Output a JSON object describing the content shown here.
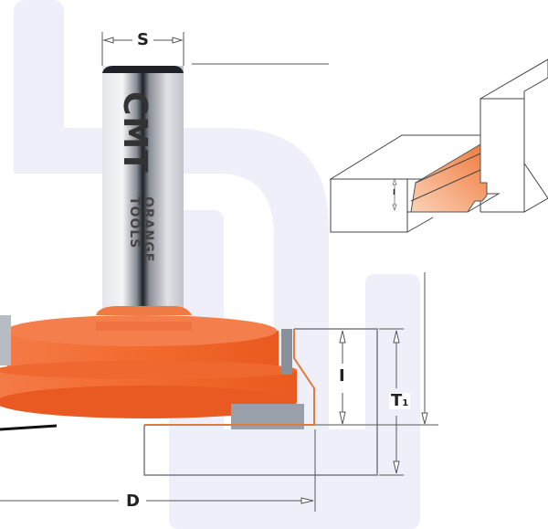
{
  "diagram": {
    "subject": "router bit (drawer lock / glue joint cutter) technical drawing",
    "colors": {
      "body_orange": "#f26a2e",
      "body_orange_dark": "#d4541c",
      "shank_steel": "#c8ccd2",
      "line": "#555555",
      "watermark": "#ecedf8",
      "profile_outline": "#e07a3a"
    },
    "labels": {
      "shank_diameter": "S",
      "cut_height": "I",
      "total_height": "T",
      "total_height_sub": "1",
      "diameter": "D",
      "inset_cut_height": "I"
    },
    "brand": {
      "logo": "CMT",
      "line1": "ORANGE",
      "line2": "TOOLS"
    }
  }
}
